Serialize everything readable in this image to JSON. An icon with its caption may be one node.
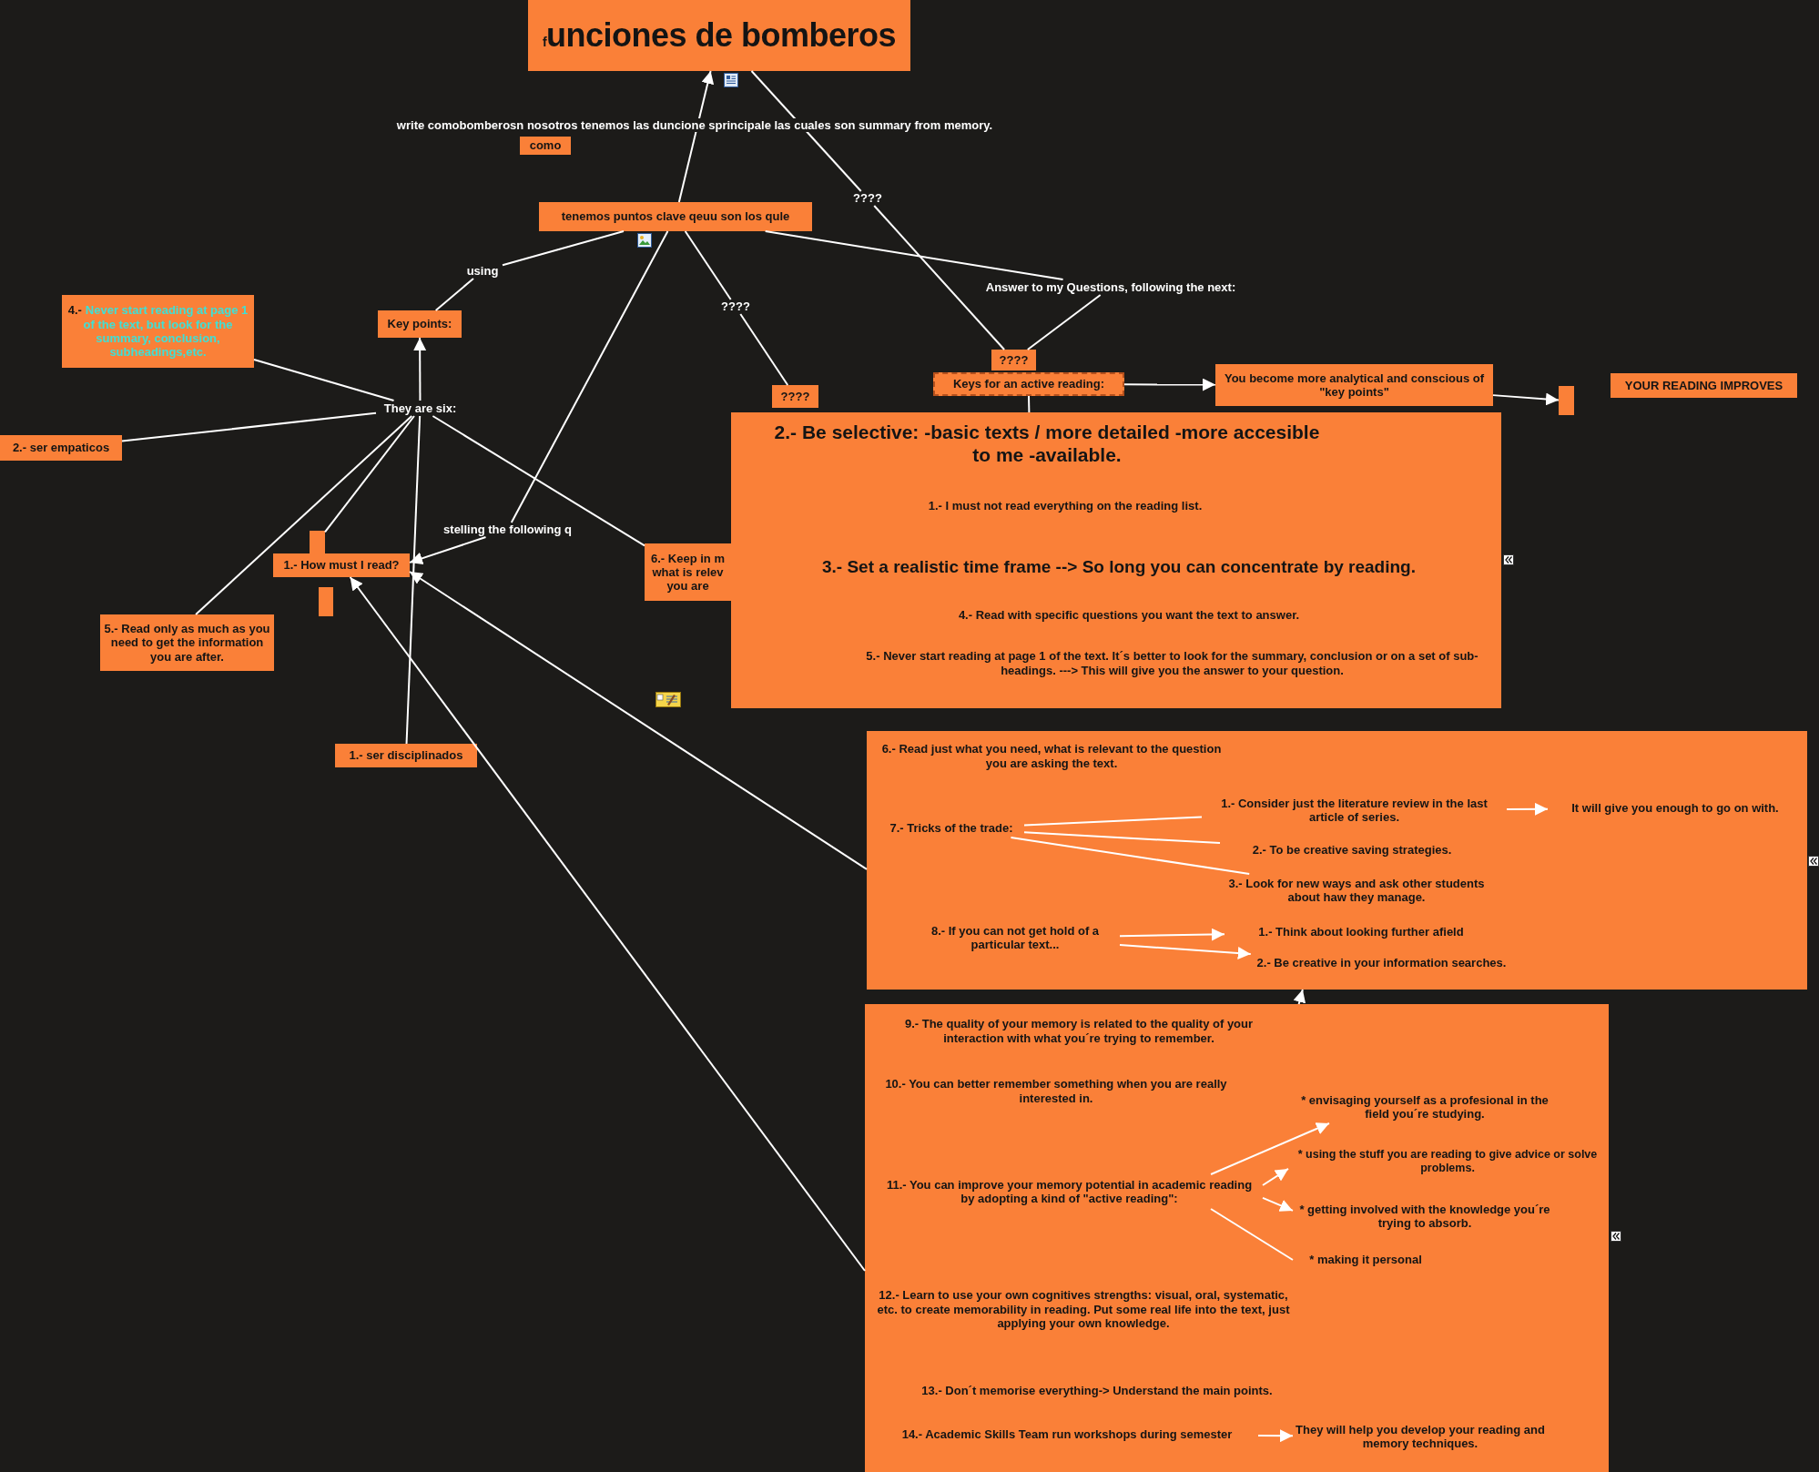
{
  "diagram": {
    "nodes": [
      {
        "text": [
          "$_{f}$unciones de bomberos"
        ]
      },
      {
        "text": [
          "como"
        ]
      },
      {
        "text": [
          "tenemos puntos clave qeuu son los qule"
        ]
      },
      {
        "text": [
          "using"
        ]
      },
      {
        "text": [
          "Key points:"
        ]
      },
      {
        "text": [
          "They are six:"
        ]
      },
      {
        "text": [
          "4.-",
          "Never start reading at page 1 of the text, but look for the summary, conclusion, subheadings,etc."
        ]
      },
      {
        "text": [
          "2.- ser empaticos"
        ]
      },
      {
        "text": [],
        "shape": "box"
      },
      {
        "text": [
          "1.- How must I read?"
        ]
      },
      {
        "text": [],
        "shape": "box"
      },
      {
        "text": [
          "5.- Read only as much as you need to get the information you are after."
        ]
      },
      {
        "text": [
          "1.- ser disciplinados"
        ]
      },
      {
        "text": [
          "stelling the following q"
        ]
      },
      {
        "text": [
          "6.- Keep in m what is relev you are"
        ]
      },
      {
        "text": [
          "????"
        ]
      },
      {
        "text": [
          "????"
        ]
      },
      {
        "text": [
          "????"
        ]
      },
      {
        "text": [
          "Answer to my Questions, following the next:"
        ]
      },
      {
        "text": [
          "????"
        ]
      },
      {
        "text": [
          "Keys for an active reading:"
        ]
      },
      {
        "text": [
          "You become more analytical and conscious of \"key points\""
        ]
      },
      {
        "text": [],
        "shape": "box"
      },
      {
        "text": [
          "YOUR READING IMPROVES"
        ]
      },
      {
        "text": [
          "2.- Be selective: -basic texts / more detailed -more accesible to me -available.",
          "1.- I must not read everything on the reading list.",
          "3.- Set a realistic time frame --> So long you can concentrate by reading.",
          "4.- Read with specific questions you want the text to answer.",
          "5.- Never start reading at page 1 of the text. It´s better to look for the summary, conclusion or on a set of sub-headings. ---> This will give you the answer to your question."
        ]
      },
      {
        "text": [
          "6.- Read just what you need, what is relevant to the question you are asking the text."
        ]
      },
      {
        "text": [
          "7.- Tricks of the trade:"
        ],
        "in": 25
      },
      {
        "text": [
          "1.- Consider just the literature review in the last article of series."
        ],
        "in": 25
      },
      {
        "text": [
          "It will give you enough to go on with."
        ],
        "in": 25
      },
      {
        "text": [
          "2.- To be creative saving strategies."
        ],
        "in": 25
      },
      {
        "text": [
          "3.- Look for new ways and ask other students about haw they manage."
        ],
        "in": 25
      },
      {
        "text": [
          "8.- If you can not get hold of a particular text..."
        ],
        "in": 25
      },
      {
        "text": [
          "1.- Think about looking further afield"
        ],
        "in": 25
      },
      {
        "text": [
          "2.- Be creative in your information searches."
        ],
        "in": 25
      },
      {
        "text": [
          "9.- The quality of your memory is related to the quality of your interaction with what you´re trying to remember.",
          "10.- You can better remember something when you are really interested in.",
          "12.- Learn to use your own cognitives strengths: visual, oral, systematic, etc. to create memorability in reading. Put some real life into the text, just applying your own knowledge.",
          "13.- Don´t memorise everything-> Understand the main points."
        ]
      },
      {
        "text": [
          "11.- You can improve your memory potential in academic reading by adopting a kind of \"active reading\":"
        ],
        "in": 34
      },
      {
        "text": [
          "* envisaging yourself as a profesional in the field you´re studying."
        ],
        "in": 34
      },
      {
        "text": [
          "* using the stuff you are reading to give advice or solve problems."
        ],
        "in": 34
      },
      {
        "text": [
          "* getting involved with the knowledge you´re trying to absorb."
        ],
        "in": 34
      },
      {
        "text": [
          "* making it personal"
        ],
        "in": 34
      },
      {
        "text": [
          "14.- Academic Skills Team run workshops during semester"
        ],
        "in": 34
      },
      {
        "text": [
          "They will help you develop your reading and memory techniques."
        ],
        "in": 34
      }
    ],
    "edges": [
      {
        "from": 2,
        "to": 0,
        "arrow": "to"
      },
      {
        "from": 2,
        "to": 3,
        "arrow": "none"
      },
      {
        "from": 3,
        "to": 4,
        "arrow": "none"
      },
      {
        "from": 5,
        "to": 4,
        "arrow": "to"
      },
      {
        "from": 5,
        "to": 6,
        "arrow": "none"
      },
      {
        "from": 5,
        "to": 7,
        "arrow": "none"
      },
      {
        "from": 5,
        "to": 8,
        "arrow": "none"
      },
      {
        "from": 5,
        "to": 11,
        "arrow": "none"
      },
      {
        "from": 5,
        "to": 12,
        "arrow": "none"
      },
      {
        "from": 5,
        "to": 14,
        "arrow": "none"
      },
      {
        "from": 2,
        "to": 13,
        "arrow": "none"
      },
      {
        "from": 13,
        "to": 9,
        "arrow": "to"
      },
      {
        "from": 25,
        "to": 9,
        "arrow": "to"
      },
      {
        "from": 34,
        "to": 9,
        "arrow": "to"
      },
      {
        "from": 2,
        "to": 15,
        "arrow": "none"
      },
      {
        "from": 15,
        "to": 16,
        "arrow": "none"
      },
      {
        "from": 0,
        "to": 17,
        "arrow": "none"
      },
      {
        "from": 17,
        "to": 19,
        "arrow": "none"
      },
      {
        "from": 2,
        "to": 18,
        "arrow": "none"
      },
      {
        "from": 18,
        "to": 19,
        "arrow": "none"
      },
      {
        "from": 20,
        "to": 24,
        "arrow": "none"
      },
      {
        "from": 20,
        "to": 21,
        "arrow": "to"
      },
      {
        "from": 21,
        "to": 22,
        "arrow": "to"
      },
      {
        "from": 34,
        "to": 25,
        "arrow": "to"
      },
      {
        "from": 26,
        "to": 27,
        "arrow": "none"
      },
      {
        "from": 26,
        "to": 29,
        "arrow": "none"
      },
      {
        "from": 26,
        "to": 30,
        "arrow": "none"
      },
      {
        "from": 27,
        "to": 28,
        "arrow": "to"
      },
      {
        "from": 31,
        "to": 32,
        "arrow": "to"
      },
      {
        "from": 31,
        "to": 33,
        "arrow": "to"
      },
      {
        "from": 35,
        "to": 36,
        "arrow": "to"
      },
      {
        "from": 35,
        "to": 37,
        "arrow": "to"
      },
      {
        "from": 35,
        "to": 38,
        "arrow": "to"
      },
      {
        "from": 35,
        "to": 39,
        "arrow": "none"
      },
      {
        "from": 40,
        "to": 41,
        "arrow": "to"
      }
    ],
    "labels": [
      "write comobomberosn nosotros tenemos las duncione sprincipale las cuales son summary from memory."
    ]
  }
}
